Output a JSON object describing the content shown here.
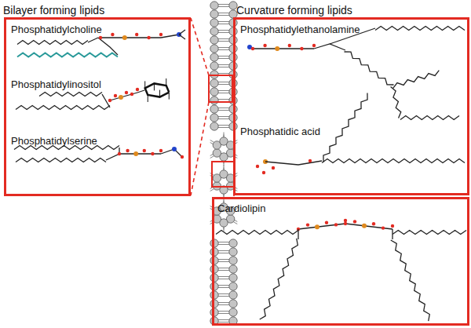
{
  "diagram": {
    "nodes": [
      {
        "text": [
          "Bilayer forming lipids",
          "Phosphatidylcholine",
          "Phosphatidylinositol",
          "Phosphatidylserine"
        ]
      },
      {
        "text": [
          "Curvature forming lipids",
          "Phosphatidylethanolamine",
          "Phosphatidic acid"
        ]
      },
      {
        "text": [
          "Cardiolipin"
        ]
      }
    ]
  }
}
